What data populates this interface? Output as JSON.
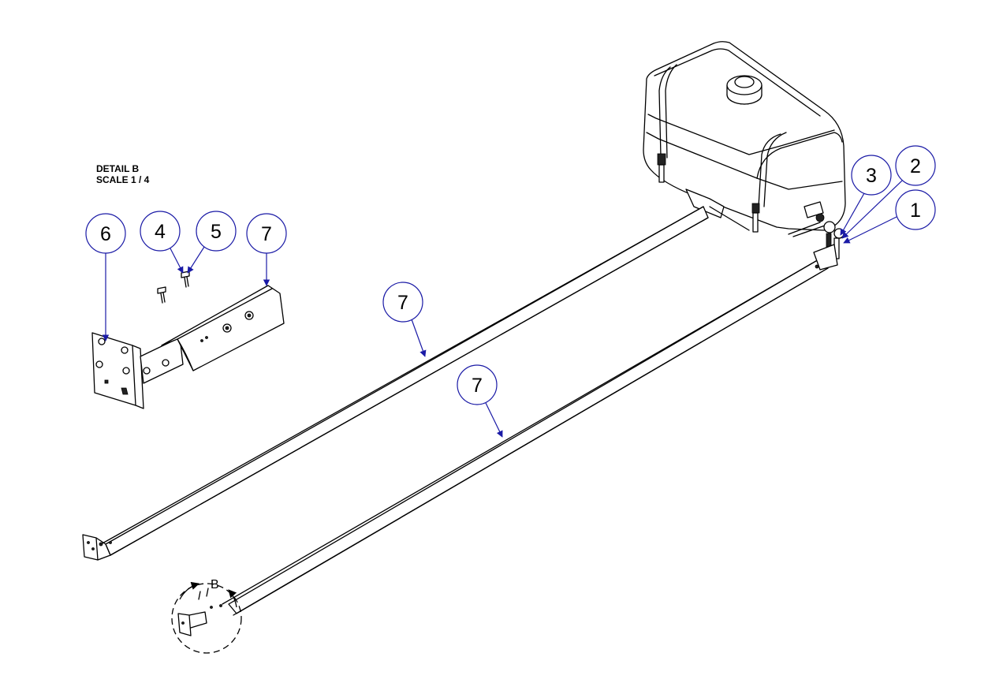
{
  "detail_label": {
    "title": "DETAIL  B",
    "scale": "SCALE 1 / 4"
  },
  "view_marker": "B",
  "balloons": [
    {
      "id": "b6",
      "number": "6"
    },
    {
      "id": "b4",
      "number": "4"
    },
    {
      "id": "b5",
      "number": "5"
    },
    {
      "id": "b7a",
      "number": "7"
    },
    {
      "id": "b7b",
      "number": "7"
    },
    {
      "id": "b7c",
      "number": "7"
    },
    {
      "id": "b3",
      "number": "3"
    },
    {
      "id": "b2",
      "number": "2"
    },
    {
      "id": "b1",
      "number": "1"
    }
  ],
  "colors": {
    "balloon_stroke": "#1a1aa6",
    "leader": "#1a1aa6",
    "part_line": "#000000",
    "background": "#ffffff"
  }
}
